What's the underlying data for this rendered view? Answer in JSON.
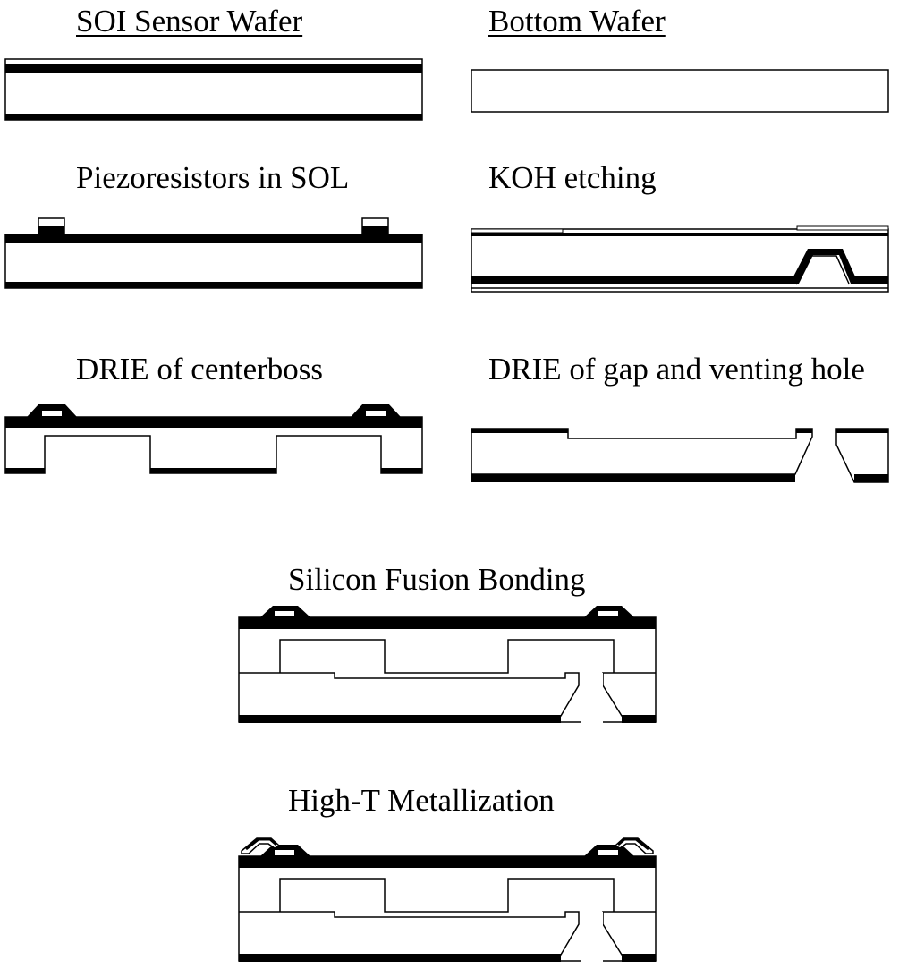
{
  "steps": [
    {
      "title": "SOI Sensor Wafer"
    },
    {
      "title": "Bottom Wafer"
    },
    {
      "title": "Piezoresistors in SOL"
    },
    {
      "title": "KOH etching"
    },
    {
      "title": "DRIE of centerboss"
    },
    {
      "title": "DRIE of gap and venting hole"
    },
    {
      "title": "Silicon Fusion Bonding"
    },
    {
      "title": "High-T Metallization"
    }
  ],
  "colors": {
    "ink": "#000000",
    "substrate": "#ffffff"
  }
}
